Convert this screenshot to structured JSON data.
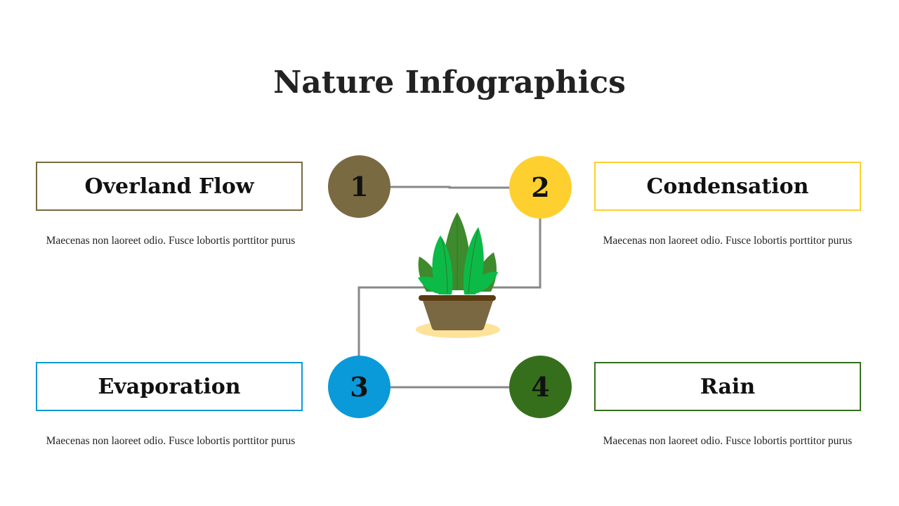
{
  "title": "Nature Infographics",
  "steps": [
    {
      "number": "1",
      "label": "Overland Flow",
      "description": "Maecenas non laoreet odio. Fusce lobortis porttitor purus",
      "color": "#7a6a42"
    },
    {
      "number": "2",
      "label": "Condensation",
      "description": "Maecenas non laoreet odio. Fusce lobortis porttitor purus",
      "color": "#fdd02f"
    },
    {
      "number": "3",
      "label": "Evaporation",
      "description": "Maecenas non laoreet odio. Fusce lobortis porttitor purus",
      "color": "#0a9ad9"
    },
    {
      "number": "4",
      "label": "Rain",
      "description": "Maecenas non laoreet odio. Fusce lobortis porttitor purus",
      "color": "#366f1c"
    }
  ],
  "connector_color": "#888888",
  "center_icon": "potted-plant-icon"
}
